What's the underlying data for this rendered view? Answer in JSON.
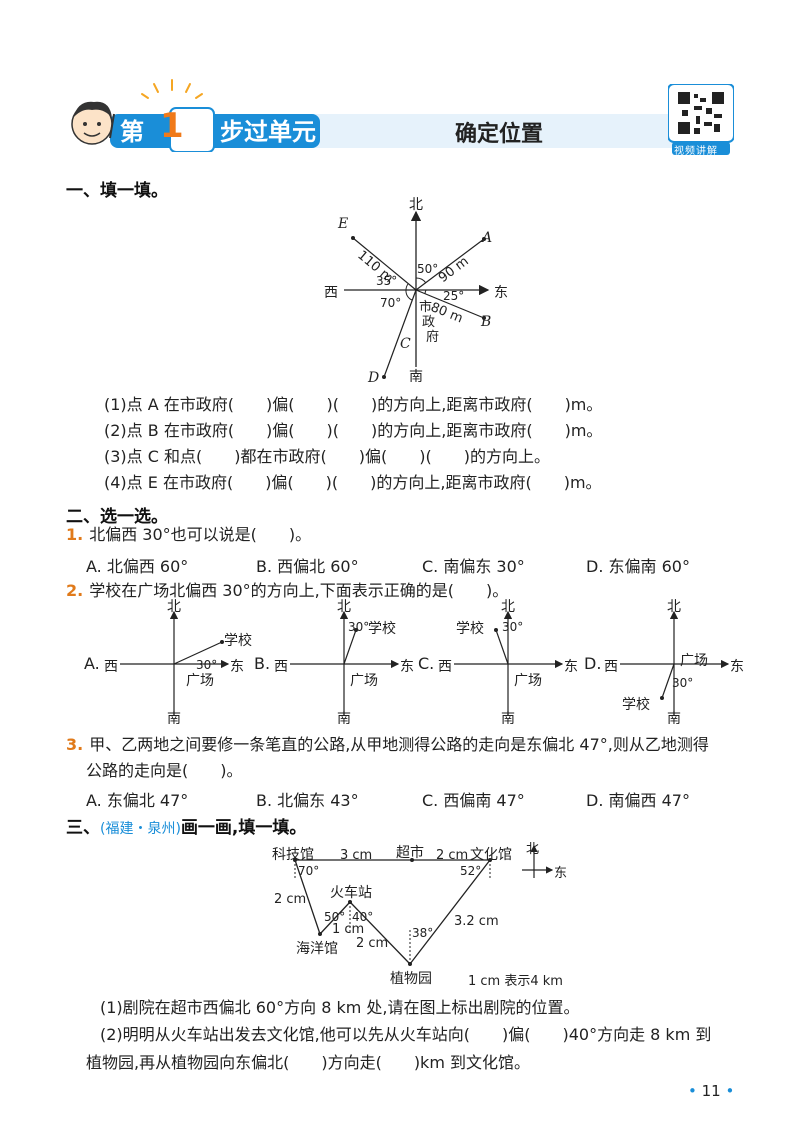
{
  "header": {
    "unit_word": "第",
    "unit_number": "1",
    "step_label": "步过单元",
    "title": "确定位置",
    "qr_caption": "视频讲解"
  },
  "section1": {
    "title": "一、填一填。",
    "figure": {
      "directions": {
        "north": "北",
        "south": "南",
        "east": "东",
        "west": "西"
      },
      "points": [
        "A",
        "B",
        "C",
        "D",
        "E"
      ],
      "center_label": [
        "市",
        "政",
        "府"
      ],
      "labels": {
        "d_e": "110 m",
        "d_a": "90 m",
        "d_b": "80 m",
        "ang_e": "35°",
        "ang_a": "50°",
        "ang_b": "25°",
        "ang_cd": "70°"
      }
    },
    "items": [
      "(1)点 A 在市政府(　　)偏(　　)(　　)的方向上,距离市政府(　　)m。",
      "(2)点 B 在市政府(　　)偏(　　)(　　)的方向上,距离市政府(　　)m。",
      "(3)点 C 和点(　　)都在市政府(　　)偏(　　)(　　)的方向上。",
      "(4)点 E 在市政府(　　)偏(　　)(　　)的方向上,距离市政府(　　)m。"
    ]
  },
  "section2": {
    "title": "二、选一选。",
    "q1": {
      "num": "1.",
      "text": "北偏西 30°也可以说是(　　)。",
      "options": [
        "A. 北偏西 60°",
        "B. 西偏北 60°",
        "C. 南偏东 30°",
        "D. 东偏南 60°"
      ]
    },
    "q2": {
      "num": "2.",
      "text": "学校在广场北偏西 30°的方向上,下面表示正确的是(　　)。",
      "option_letters": [
        "A.",
        "B.",
        "C.",
        "D."
      ],
      "dir": {
        "n": "北",
        "s": "南",
        "e": "东",
        "w": "西"
      },
      "school": "学校",
      "square": "广场",
      "angle": "30°"
    },
    "q3": {
      "num": "3.",
      "text_line1": "甲、乙两地之间要修一条笔直的公路,从甲地测得公路的走向是东偏北 47°,则从乙地测得",
      "text_line2": "公路的走向是(　　)。",
      "options": [
        "A. 东偏北 47°",
        "B. 北偏东 43°",
        "C. 西偏南 47°",
        "D. 南偏西 47°"
      ]
    }
  },
  "section3": {
    "title_prefix": "三、",
    "source": "(福建・泉州)",
    "title_suffix": "画一画,填一填。",
    "map": {
      "museum": "科技馆",
      "supermarket": "超市",
      "culture": "文化馆",
      "station": "火车站",
      "ocean": "海洋馆",
      "garden": "植物园",
      "d1": "3 cm",
      "d2": "2 cm",
      "d3": "2 cm",
      "d4": "1 cm",
      "d5": "2 cm",
      "d6": "3.2 cm",
      "a1": "70°",
      "a2": "52°",
      "a3": "50°",
      "a4": "40°",
      "a5": "38°",
      "north": "北",
      "east": "东",
      "scale": "1 cm 表示4 km"
    },
    "items": [
      "(1)剧院在超市西偏北 60°方向 8 km 处,请在图上标出剧院的位置。",
      "(2)明明从火车站出发去文化馆,他可以先从火车站向(　　)偏(　　)40°方向走 8 km 到",
      "植物园,再从植物园向东偏北(　　)方向走(　　)km 到文化馆。"
    ]
  },
  "footer": {
    "page_number": "11"
  }
}
